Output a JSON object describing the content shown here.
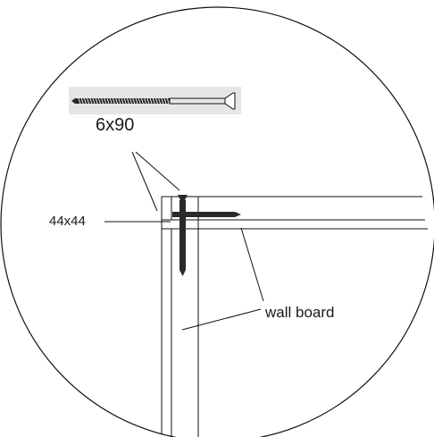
{
  "screw": {
    "label": "6x90",
    "icon": "screw-icon",
    "thread_color": "#2a2a2a",
    "highlight_color": "#e6e6e6"
  },
  "labels": {
    "post": "44x44",
    "wall_board": "wall board"
  },
  "colors": {
    "line": "#111111",
    "background": "#ffffff"
  }
}
